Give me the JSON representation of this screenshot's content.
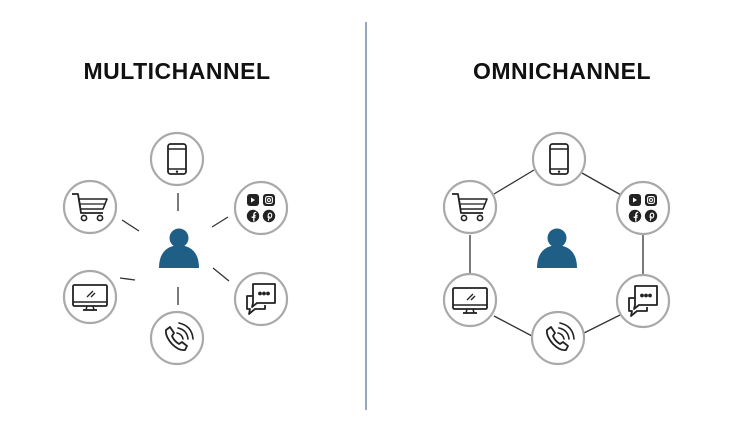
{
  "left_panel": {
    "title": "MULTICHANNEL"
  },
  "right_panel": {
    "title": "OMNICHANNEL"
  },
  "colors": {
    "person": "#1f5f86",
    "ring": "#a9a9a9",
    "icon": "#222222",
    "divider": "#7d8fa8",
    "connector": "#333333"
  },
  "channels": [
    "mobile-phone",
    "social-media",
    "chat",
    "phone-call",
    "desktop-computer",
    "shopping-cart"
  ]
}
